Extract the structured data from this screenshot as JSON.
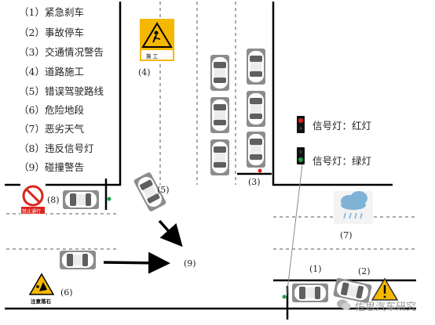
{
  "legend": [
    "（1）紧急刹车",
    "（2）事故停车",
    "（3）交通情况警告",
    "（4）道路施工",
    "（5）错误驾驶路线",
    "（6）危险地段",
    "（7）恶劣天气",
    "（8）违反信号灯",
    "（9）碰撞警告"
  ],
  "markers": {
    "m1": "(1)",
    "m2": "(2)",
    "m3": "(3)",
    "m4": "(4)",
    "m5": "(5)",
    "m6": "(6)",
    "m7": "(7)",
    "m8": "(8)",
    "m9": "(9)"
  },
  "signals": {
    "red_label": "信号灯：红灯",
    "green_label": "信号灯：绿灯"
  },
  "signs": {
    "construction_text": "施  工",
    "no_entry_text": "禁止通行",
    "falling_rocks_text": "注意落石"
  },
  "watermark": "佐思汽车研究",
  "colors": {
    "road_line": "#000000",
    "dash_line": "#555555",
    "arrow": "#000000",
    "signal_red": "#e0201e",
    "signal_green": "#1aa24a",
    "warning_yellow": "#f5b800",
    "no_entry_red": "#d9261c",
    "cloud": "#7fb3d5"
  }
}
